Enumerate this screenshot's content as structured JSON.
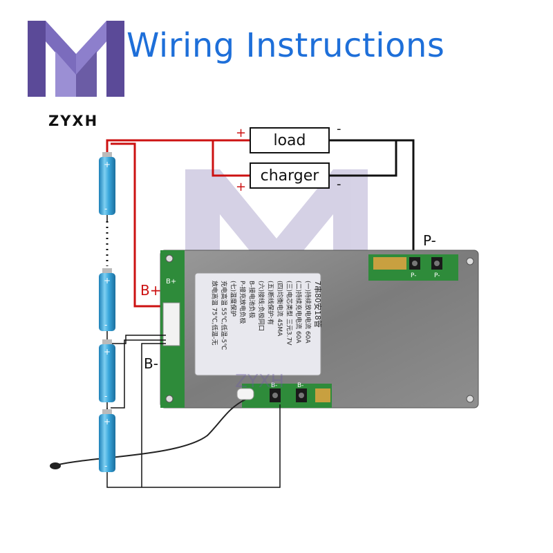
{
  "header": {
    "title": "Wiring Instructions",
    "brand": "ZYXH"
  },
  "boxes": {
    "load": "load",
    "charger": "charger"
  },
  "terminals": {
    "p_minus": "P-",
    "b_plus": "B+",
    "b_minus": "B-",
    "plus_sign": "+",
    "minus_sign": "-"
  },
  "pcb": {
    "silk_b_plus": "B+",
    "silk_p_minus_1": "P-",
    "silk_p_minus_2": "P-",
    "silk_b_minus_1": "B-",
    "silk_b_minus_2": "B-",
    "label_lines": [
      "7串80安18管",
      "(一)持续放电电流 60A",
      "(二)持续充电电流 60A",
      "(三)电芯类型 三元3.7V",
      "(四)均衡电流 45MA",
      "(五)断线保护:有",
      "(六)接线:负极同口",
      "B-接电池负极",
      "P-接充放电负极",
      "(七)温度保护",
      "充电高温 55℃,低温-5℃",
      "放电高温 75℃,低温-无"
    ]
  },
  "watermark": "ZYXH",
  "colors": {
    "title_blue": "#1e6fd9",
    "wire_red": "#cc1111",
    "wire_black": "#111111",
    "cell_blue": "#2f9fd6",
    "pcb_green": "#2e8b3a",
    "plate_gray": "#8a8a8a",
    "logo_purple": "#6b5ca5"
  }
}
